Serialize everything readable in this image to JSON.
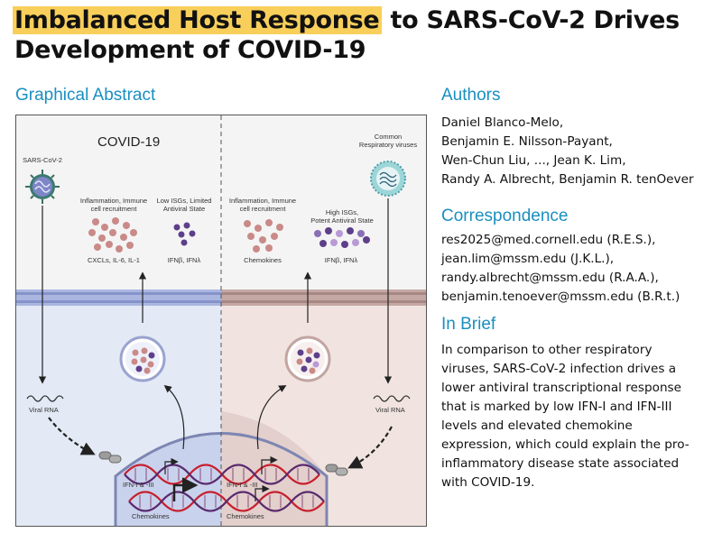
{
  "title": {
    "highlight": "Imbalanced Host Response",
    "rest": " to SARS-CoV-2 Drives",
    "line2": "Development of COVID-19"
  },
  "graphical_abstract": {
    "heading": "Graphical Abstract",
    "covid_label": "COVID-19",
    "left": {
      "virus": "SARS-CoV-2",
      "inflammation": [
        "Inflammation, Immune",
        "cell recruitment"
      ],
      "isg": [
        "Low ISGs, Limited",
        "Antiviral State"
      ],
      "cytokines": "CXCLs, IL-6, IL-1",
      "ifn": "IFNβ, IFNλ",
      "viral_rna": "Viral RNA",
      "ifn_gene": "IFN-I & -III",
      "chemokines": "Chemokines"
    },
    "right": {
      "virus": [
        "Common",
        "Respiratory viruses"
      ],
      "inflammation": [
        "Inflammation, Immune",
        "cell recruitment"
      ],
      "isg": [
        "High ISGs,",
        "Potent Antiviral State"
      ],
      "cytokines": "Chemokines",
      "ifn": "IFNβ, IFNλ",
      "viral_rna": "Viral RNA",
      "ifn_gene": "IFN-I & -III",
      "chemokines": "Chemokines"
    }
  },
  "authors": {
    "heading": "Authors",
    "lines": [
      "Daniel Blanco-Melo,",
      "Benjamin E. Nilsson-Payant,",
      "Wen-Chun Liu, ..., Jean K. Lim,",
      "Randy A. Albrecht, Benjamin R. tenOever"
    ]
  },
  "correspondence": {
    "heading": "Correspondence",
    "lines": [
      "res2025@med.cornell.edu (R.E.S.),",
      "jean.lim@mssm.edu (J.K.L.),",
      "randy.albrecht@mssm.edu (R.A.A.),",
      "benjamin.tenoever@mssm.edu (B.R.t.)"
    ]
  },
  "in_brief": {
    "heading": "In Brief",
    "lines": [
      "In comparison to other respiratory",
      "viruses, SARS-CoV-2 infection drives a",
      "lower antiviral transcriptional response",
      "that is marked by low IFN-I and IFN-III",
      "levels and elevated chemokine",
      "expression, which could explain the pro-",
      "inflammatory disease state associated",
      "with COVID-19."
    ]
  },
  "colors": {
    "heading_blue": "#1a8fc0",
    "highlight": "#f8cf5a",
    "dna_red": "#c7202f",
    "dna_purple": "#5a2a6e"
  }
}
